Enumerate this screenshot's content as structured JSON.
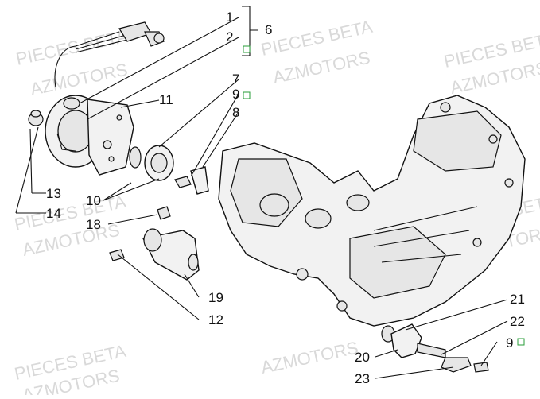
{
  "watermark": {
    "line1": "PIECES BETA",
    "line2": "AZMOTORS"
  },
  "callouts": {
    "c1": "1",
    "c2": "2",
    "c6": "6",
    "c7": "7",
    "c9a": "9",
    "c8": "8",
    "c11": "11",
    "c13": "13",
    "c14": "14",
    "c10": "10",
    "c18": "18",
    "c19": "19",
    "c12": "12",
    "c21": "21",
    "c22": "22",
    "c20": "20",
    "c9b": "9",
    "c23": "23"
  }
}
